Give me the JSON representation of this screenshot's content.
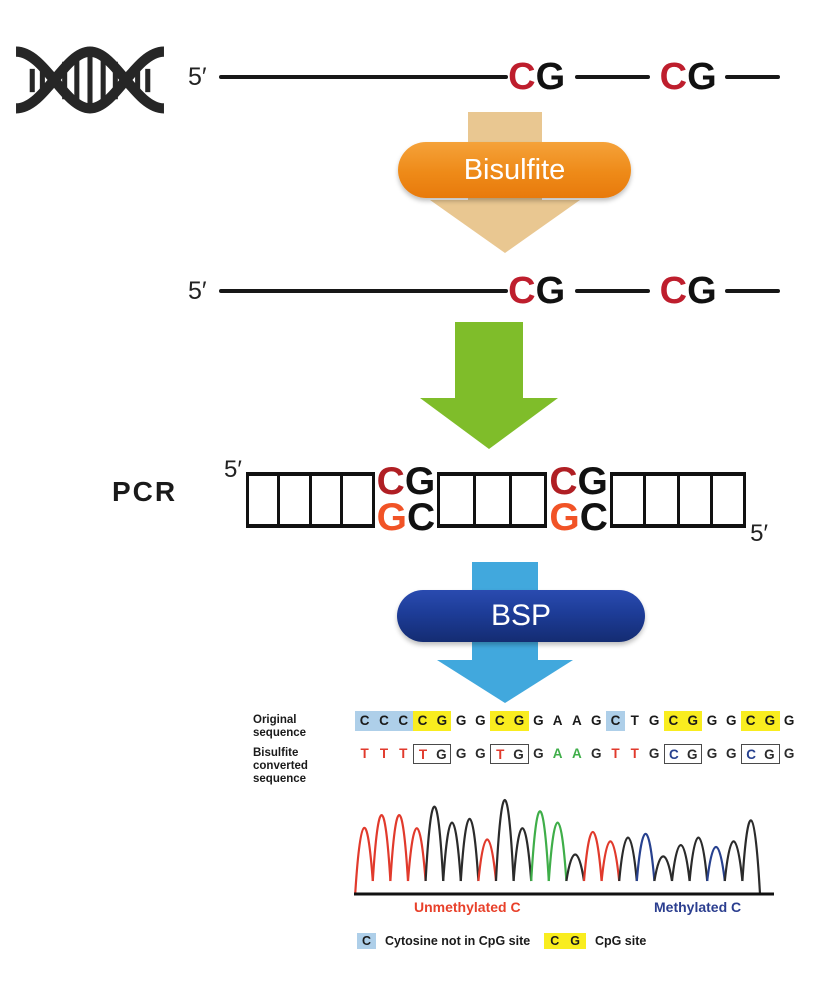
{
  "top_strand": {
    "prime": "5′",
    "sites": [
      {
        "c": "C",
        "g": "G"
      },
      {
        "c": "C",
        "g": "G"
      }
    ]
  },
  "bisulfite_step": {
    "label": "Bisulfite"
  },
  "mid_strand": {
    "prime": "5′",
    "sites": [
      {
        "c": "C",
        "g": "G"
      },
      {
        "c": "C",
        "g": "G"
      }
    ]
  },
  "pcr": {
    "label": "PCR",
    "prime_top": "5′",
    "prime_bottom": "5′",
    "sites": [
      {
        "top_c": "C",
        "top_g": "G",
        "bottom_g": "G",
        "bottom_c": "C"
      },
      {
        "top_c": "C",
        "top_g": "G",
        "bottom_g": "G",
        "bottom_c": "C"
      }
    ]
  },
  "bsp_step": {
    "label": "BSP"
  },
  "sequences": {
    "original_label": "Original sequence",
    "converted_label_line1": "Bisulfite converted",
    "converted_label_line2": "sequence",
    "original_cells": [
      {
        "b": "C",
        "hl": "blue"
      },
      {
        "b": "C",
        "hl": "blue"
      },
      {
        "b": "C",
        "hl": "blue"
      },
      {
        "b": "C",
        "hl": "yellow"
      },
      {
        "b": "G",
        "hl": "yellow"
      },
      {
        "b": "G"
      },
      {
        "b": "G"
      },
      {
        "b": "C",
        "hl": "yellow"
      },
      {
        "b": "G",
        "hl": "yellow"
      },
      {
        "b": "G"
      },
      {
        "b": "A"
      },
      {
        "b": "A"
      },
      {
        "b": "G"
      },
      {
        "b": "C",
        "hl": "blue"
      },
      {
        "b": "T"
      },
      {
        "b": "G"
      },
      {
        "b": "C",
        "hl": "yellow"
      },
      {
        "b": "G",
        "hl": "yellow"
      },
      {
        "b": "G"
      },
      {
        "b": "G"
      },
      {
        "b": "C",
        "hl": "yellow"
      },
      {
        "b": "G",
        "hl": "yellow"
      },
      {
        "b": "G"
      }
    ],
    "converted_cells": [
      {
        "b": "T",
        "cls": "t"
      },
      {
        "b": "T",
        "cls": "t"
      },
      {
        "b": "T",
        "cls": "t"
      },
      {
        "b": "T",
        "cls": "t",
        "box": "L"
      },
      {
        "b": "G",
        "cls": "g",
        "box": "R"
      },
      {
        "b": "G",
        "cls": "g"
      },
      {
        "b": "G",
        "cls": "g"
      },
      {
        "b": "T",
        "cls": "t",
        "box": "L"
      },
      {
        "b": "G",
        "cls": "g",
        "box": "R"
      },
      {
        "b": "G",
        "cls": "g"
      },
      {
        "b": "A",
        "cls": "a"
      },
      {
        "b": "A",
        "cls": "a"
      },
      {
        "b": "G",
        "cls": "g"
      },
      {
        "b": "T",
        "cls": "t"
      },
      {
        "b": "T",
        "cls": "t"
      },
      {
        "b": "G",
        "cls": "g"
      },
      {
        "b": "C",
        "cls": "c",
        "box": "L"
      },
      {
        "b": "G",
        "cls": "g",
        "box": "R"
      },
      {
        "b": "G",
        "cls": "g"
      },
      {
        "b": "G",
        "cls": "g"
      },
      {
        "b": "C",
        "cls": "c",
        "box": "L"
      },
      {
        "b": "G",
        "cls": "g",
        "box": "R"
      },
      {
        "b": "G",
        "cls": "g"
      }
    ]
  },
  "chromatogram": {
    "unmethylated_label": "Unmethylated C",
    "methylated_label": "Methylated C",
    "base_colors": {
      "T": "#e13a2c",
      "G": "#2b2b2b",
      "A": "#3fae49",
      "C": "#27418f"
    },
    "peaks": [
      {
        "b": "T",
        "h": 0.72
      },
      {
        "b": "T",
        "h": 0.84
      },
      {
        "b": "T",
        "h": 0.84
      },
      {
        "b": "T",
        "h": 0.7
      },
      {
        "b": "G",
        "h": 0.93
      },
      {
        "b": "G",
        "h": 0.76
      },
      {
        "b": "G",
        "h": 0.8
      },
      {
        "b": "T",
        "h": 0.58
      },
      {
        "b": "G",
        "h": 1.0
      },
      {
        "b": "G",
        "h": 0.7
      },
      {
        "b": "A",
        "h": 0.88
      },
      {
        "b": "A",
        "h": 0.76
      },
      {
        "b": "G",
        "h": 0.42
      },
      {
        "b": "T",
        "h": 0.66
      },
      {
        "b": "T",
        "h": 0.56
      },
      {
        "b": "G",
        "h": 0.6
      },
      {
        "b": "C",
        "h": 0.64
      },
      {
        "b": "G",
        "h": 0.4
      },
      {
        "b": "G",
        "h": 0.52
      },
      {
        "b": "G",
        "h": 0.6
      },
      {
        "b": "C",
        "h": 0.5
      },
      {
        "b": "G",
        "h": 0.56
      },
      {
        "b": "G",
        "h": 0.8
      }
    ]
  },
  "legend": {
    "non_cpg_letter": "C",
    "non_cpg_text": "Cytosine not in CpG site",
    "cpg_letter_c": "C",
    "cpg_letter_g": "G",
    "cpg_text": "CpG site"
  },
  "colors": {
    "strand_c_red": "#be1e2d",
    "pcr_bottom_g_red": "#f15326",
    "bisulfite_pill_orange": "#ee8a18",
    "bisulfite_arrow_tan": "#e9c791",
    "pcr_arrow_green": "#7fbd2a",
    "bsp_pill_navy": "#1d3c97",
    "bsp_arrow_blue": "#41a8dd",
    "highlight_blue": "#aecfe9",
    "highlight_yellow": "#f9ed1f",
    "unmethylated_label_red": "#e8402a",
    "methylated_label_navy": "#2b3e8f"
  }
}
